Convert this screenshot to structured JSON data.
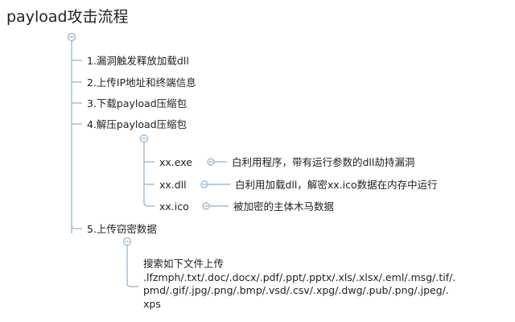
{
  "title": "payload攻击流程",
  "steps": [
    {
      "label": "1.漏洞触发释放加载dll"
    },
    {
      "label": "2.上传IP地址和终端信息"
    },
    {
      "label": "3.下载payload压缩包"
    },
    {
      "label": "4.解压payload压缩包"
    },
    {
      "label": "5.上传窃密数据"
    }
  ],
  "files": [
    {
      "name": "xx.exe",
      "desc": "白利用程序，带有运行参数的dll劫持漏洞"
    },
    {
      "name": "xx.dll",
      "desc": "白利用加载dll，解密xx.ico数据在内存中运行"
    },
    {
      "name": "xx.ico",
      "desc": "被加密的主体木马数据"
    }
  ],
  "upload": {
    "lines": [
      "搜索如下文件上传",
      ".lfzmph/.txt/.doc/.docx/.pdf/.ppt/.pptx/.xls/.xlsx/.eml/.msg/.tif/.",
      "pmd/.gif/.jpg/.png/.bmp/.vsd/.csv/.xpg/.dwg/.pub/.png/.jpeg/.",
      "xps"
    ]
  },
  "colors": {
    "line": "#8fb0cc",
    "text": "#222222"
  }
}
